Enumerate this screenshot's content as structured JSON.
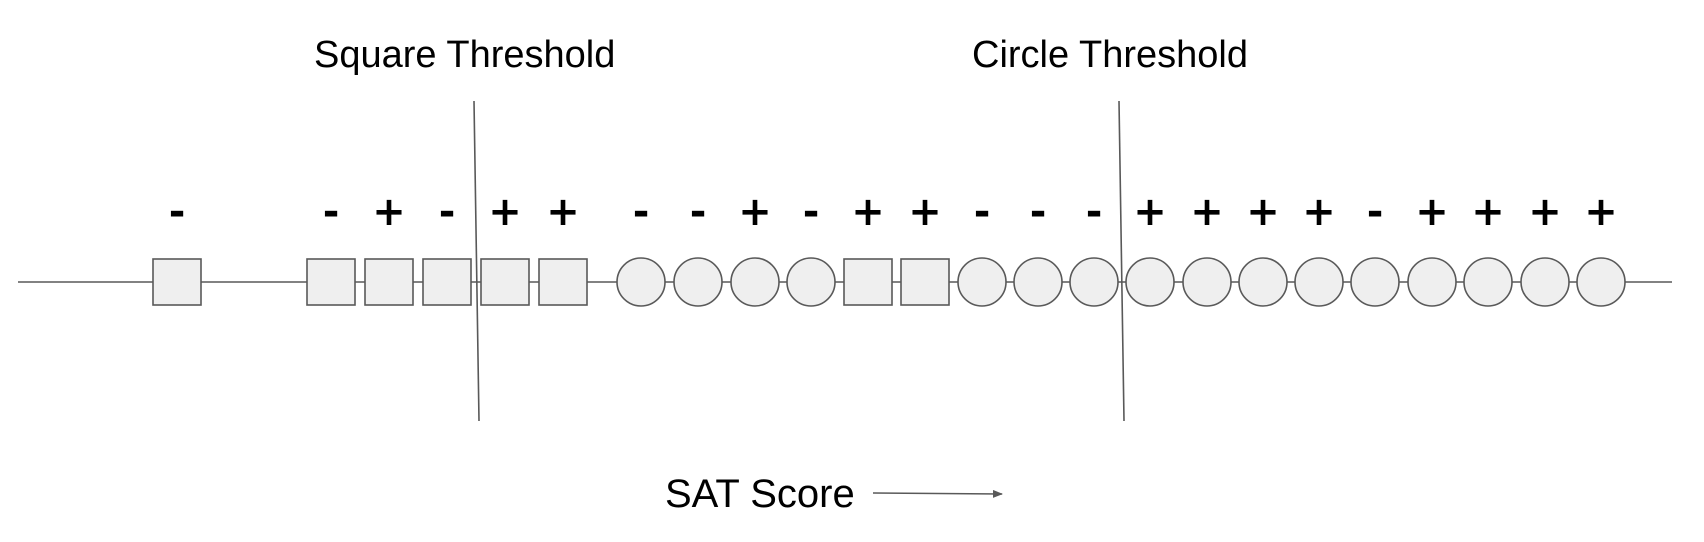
{
  "labels": {
    "square_threshold": "Square Threshold",
    "circle_threshold": "Circle Threshold",
    "axis_label": "SAT Score"
  },
  "colors": {
    "shape_fill": "#efefef",
    "shape_stroke": "#595959",
    "line": "#595959",
    "text": "#000000"
  },
  "items": [
    {
      "shape": "square",
      "sign": "-"
    },
    {
      "shape": "square",
      "sign": "-"
    },
    {
      "shape": "square",
      "sign": "+"
    },
    {
      "shape": "square",
      "sign": "-"
    },
    {
      "shape": "square",
      "sign": "+"
    },
    {
      "shape": "square",
      "sign": "+"
    },
    {
      "shape": "circle",
      "sign": "-"
    },
    {
      "shape": "circle",
      "sign": "-"
    },
    {
      "shape": "circle",
      "sign": "+"
    },
    {
      "shape": "circle",
      "sign": "-"
    },
    {
      "shape": "square",
      "sign": "+"
    },
    {
      "shape": "square",
      "sign": "+"
    },
    {
      "shape": "circle",
      "sign": "-"
    },
    {
      "shape": "circle",
      "sign": "-"
    },
    {
      "shape": "circle",
      "sign": "-"
    },
    {
      "shape": "circle",
      "sign": "+"
    },
    {
      "shape": "circle",
      "sign": "+"
    },
    {
      "shape": "circle",
      "sign": "+"
    },
    {
      "shape": "circle",
      "sign": "+"
    },
    {
      "shape": "circle",
      "sign": "-"
    },
    {
      "shape": "circle",
      "sign": "+"
    },
    {
      "shape": "circle",
      "sign": "+"
    },
    {
      "shape": "circle",
      "sign": "+"
    },
    {
      "shape": "circle",
      "sign": "+"
    }
  ]
}
